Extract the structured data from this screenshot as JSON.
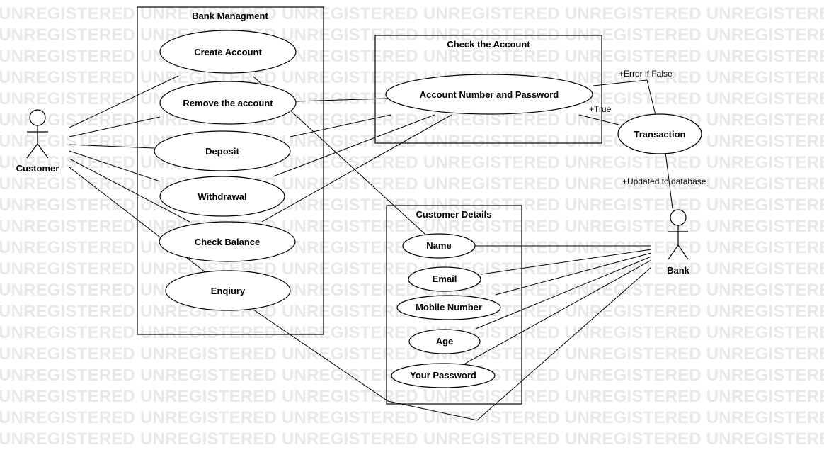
{
  "watermark_text": "UNREGISTERED",
  "systems": {
    "bank_management": "Bank Managment",
    "check_account": "Check the Account",
    "customer_details": "Customer Details"
  },
  "actors": {
    "customer": "Customer",
    "bank": "Bank"
  },
  "use_cases": {
    "create_account": "Create Account",
    "remove_account": "Remove the account",
    "deposit": "Deposit",
    "withdrawal": "Withdrawal",
    "check_balance": "Check Balance",
    "enquiry": "Enqiury",
    "account_number_password": "Account Number and Password",
    "transaction": "Transaction",
    "name": "Name",
    "email": "Email",
    "mobile_number": "Mobile Number",
    "age": "Age",
    "your_password": "Your Password"
  },
  "edge_labels": {
    "error_if_false": "+Error if False",
    "true": "+True",
    "updated_to_database": "+Updated to database"
  }
}
